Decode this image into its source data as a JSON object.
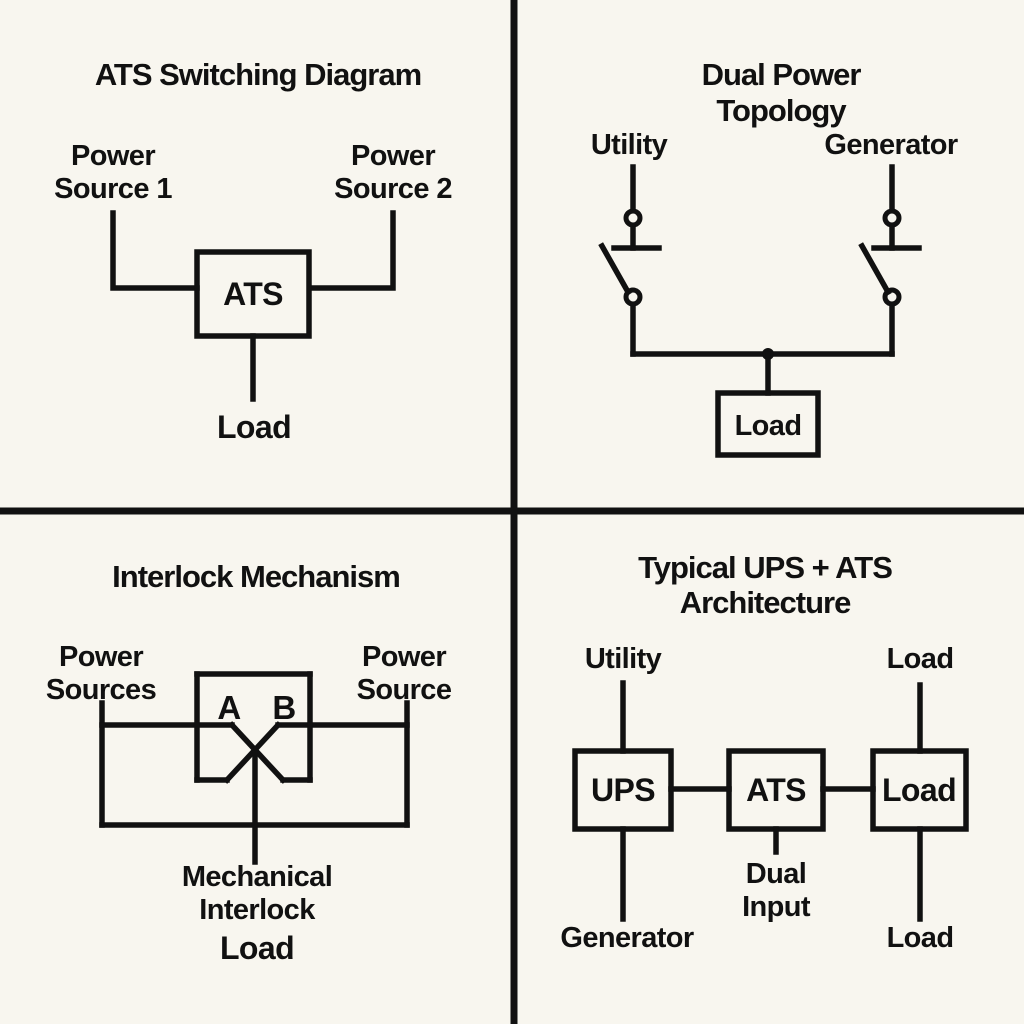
{
  "canvas": {
    "background_color": "#f8f6ef",
    "line_color": "#111111",
    "text_color": "#111111"
  },
  "quadrants": {
    "ats_switching": {
      "title": "ATS Switching Diagram",
      "source1_label": "Power\nSource 1",
      "source2_label": "Power\nSource 2",
      "ats_box_label": "ATS",
      "load_label": "Load"
    },
    "dual_power": {
      "title": "Dual Power Topology",
      "utility_label": "Utility",
      "generator_label": "Generator",
      "load_box_label": "Load"
    },
    "interlock": {
      "title": "Interlock Mechanism",
      "sources_left_label": "Power\nSources",
      "source_right_label": "Power\nSource",
      "pole_a_label": "A",
      "pole_b_label": "B",
      "mechanism_label": "Mechanical\nInterlock",
      "load_label": "Load"
    },
    "ups_ats": {
      "title": "Typical UPS + ATS\nArchitecture",
      "utility_label": "Utility",
      "load_top_label": "Load",
      "ups_box_label": "UPS",
      "ats_box_label": "ATS",
      "load_box_label": "Load",
      "generator_label": "Generator",
      "dual_input_label": "Dual\nInput",
      "load_bottom_label": "Load"
    }
  }
}
